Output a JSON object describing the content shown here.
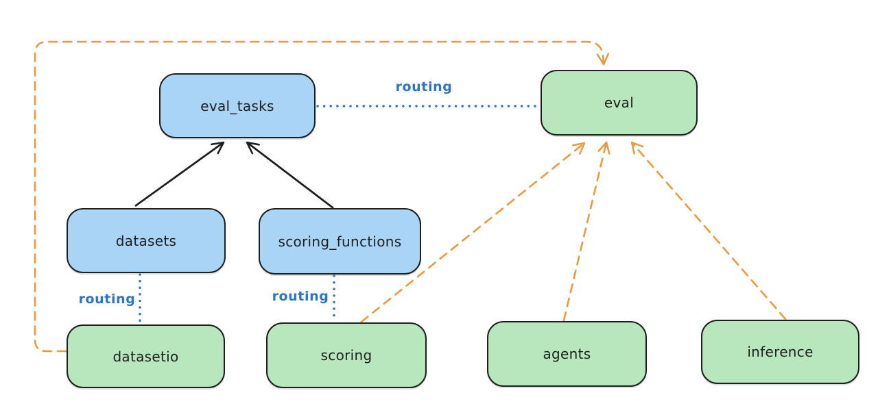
{
  "diagram": {
    "nodes": {
      "eval_tasks": {
        "label": "eval_tasks",
        "kind": "api"
      },
      "datasets": {
        "label": "datasets",
        "kind": "api"
      },
      "scoring_functions": {
        "label": "scoring_functions",
        "kind": "api"
      },
      "eval": {
        "label": "eval",
        "kind": "provider"
      },
      "datasetio": {
        "label": "datasetio",
        "kind": "provider"
      },
      "scoring": {
        "label": "scoring",
        "kind": "provider"
      },
      "agents": {
        "label": "agents",
        "kind": "provider"
      },
      "inference": {
        "label": "inference",
        "kind": "provider"
      }
    },
    "edge_labels": {
      "eval_tasks_eval": "routing",
      "datasets_datasetio": "routing",
      "scoring_functions_scoring": "routing"
    },
    "edges": [
      {
        "from": "datasets",
        "to": "eval_tasks",
        "style": "solid-black-arrow"
      },
      {
        "from": "scoring_functions",
        "to": "eval_tasks",
        "style": "solid-black-arrow"
      },
      {
        "from": "eval_tasks",
        "to": "eval",
        "style": "dotted-blue",
        "label": "routing"
      },
      {
        "from": "datasets",
        "to": "datasetio",
        "style": "dotted-blue",
        "label": "routing"
      },
      {
        "from": "scoring_functions",
        "to": "scoring",
        "style": "dotted-blue",
        "label": "routing"
      },
      {
        "from": "datasetio",
        "to": "eval",
        "style": "dashed-orange-arrow"
      },
      {
        "from": "scoring",
        "to": "eval",
        "style": "dashed-orange-arrow"
      },
      {
        "from": "agents",
        "to": "eval",
        "style": "dashed-orange-arrow"
      },
      {
        "from": "inference",
        "to": "eval",
        "style": "dashed-orange-arrow"
      }
    ],
    "colors": {
      "api_node_fill": "#a9d4f5",
      "provider_node_fill": "#b9e7bd",
      "node_stroke": "#1e1e1e",
      "routing_blue": "#2d74c6",
      "arrow_orange": "#ea9a3e",
      "background": "#ffffff"
    }
  }
}
